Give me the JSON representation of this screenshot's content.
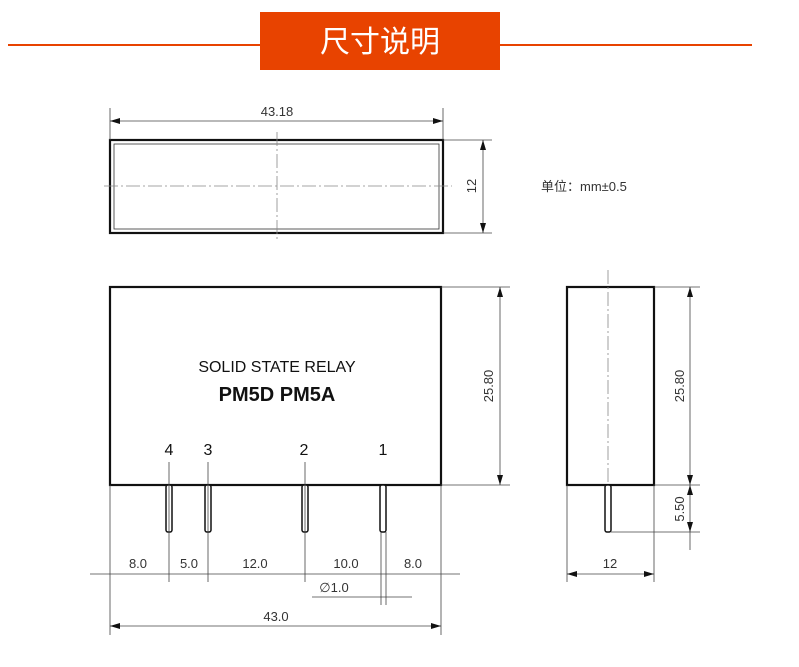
{
  "header": {
    "title": "尺寸说明",
    "accent_color": "#e84300"
  },
  "unit_note": "单位：mm±0.5",
  "top_view": {
    "width_label": "43.18",
    "height_label": "12"
  },
  "front_view": {
    "product_line1": "SOLID STATE RELAY",
    "product_line2": "PM5D PM5A",
    "pins": [
      "4",
      "3",
      "2",
      "1"
    ],
    "height_label": "25.80",
    "spacing_labels": [
      "8.0",
      "5.0",
      "12.0",
      "10.0",
      "8.0"
    ],
    "pin_diameter_label": "∅1.0",
    "total_width_label": "43.0"
  },
  "side_view": {
    "height_label": "25.80",
    "pin_length_label": "5.50",
    "width_label": "12"
  }
}
